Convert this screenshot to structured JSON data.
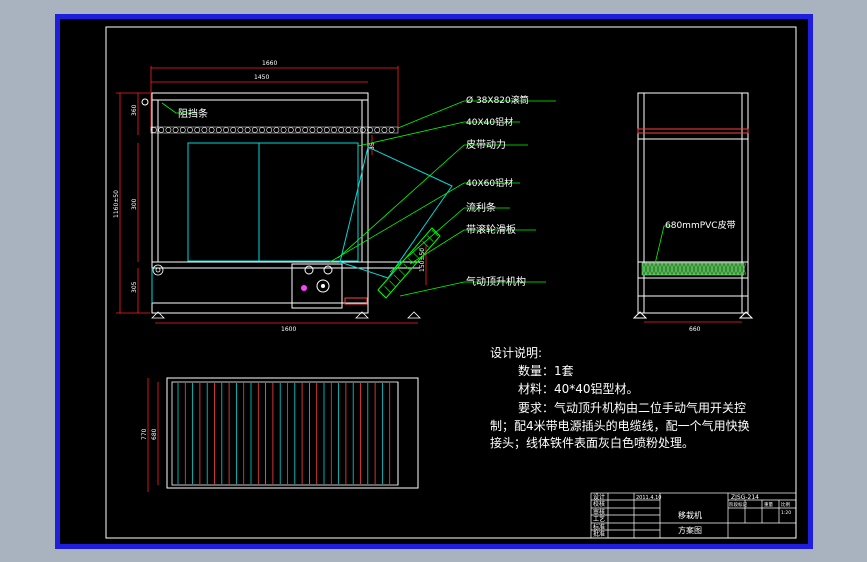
{
  "dimensions": {
    "overall_width": "1660",
    "inner_width": "1450",
    "top_height": "360",
    "body_height": "300",
    "overall_height": "1160±50",
    "lift_height": "150±50",
    "base_height": "305",
    "base_width": "1600",
    "side_width": "660",
    "plan_outer": "770",
    "plan_inner": "680",
    "small_dim": "35"
  },
  "labels": {
    "stopper": "阻挡条",
    "roller": "Ø 38X820滚筒",
    "profile_4040": "40X40铝材",
    "belt_drive": "皮带动力",
    "profile_4060": "40X60铝材",
    "rail": "流利条",
    "roller_plate": "带滚轮滑板",
    "lift": "气动顶升机构",
    "pvc_belt": "680mmPVC皮带"
  },
  "notes": {
    "heading": "设计说明:",
    "qty": "数量：1套",
    "material": "材料：40*40铝型材。",
    "req1": "要求：气动顶升机构由二位手动气用开关控",
    "req2": "制；配4米带电源插头的电缆线，配一个气用快换",
    "req3": "接头；线体铁件表面灰白色喷粉处理。"
  },
  "title_block": {
    "design": "设计",
    "check": "校核",
    "review": "审核",
    "process": "工艺",
    "standard": "标准",
    "approve": "批准",
    "date": "2011.4.10",
    "product": "移栽机",
    "drawing_name": "方案图",
    "code": "ZJSG-214",
    "stage": "阶段标记",
    "weight": "重量",
    "scale": "比例",
    "sheet": "1:20"
  },
  "colors": {
    "page_bg": "#a9b2bf",
    "border": "#1e1edc",
    "drawing_bg": "#000000",
    "line": "#ffffff",
    "dim": "#ff2020",
    "leader": "#00ff00",
    "cyan": "#00d8d8",
    "mesh": "#80ff80"
  }
}
